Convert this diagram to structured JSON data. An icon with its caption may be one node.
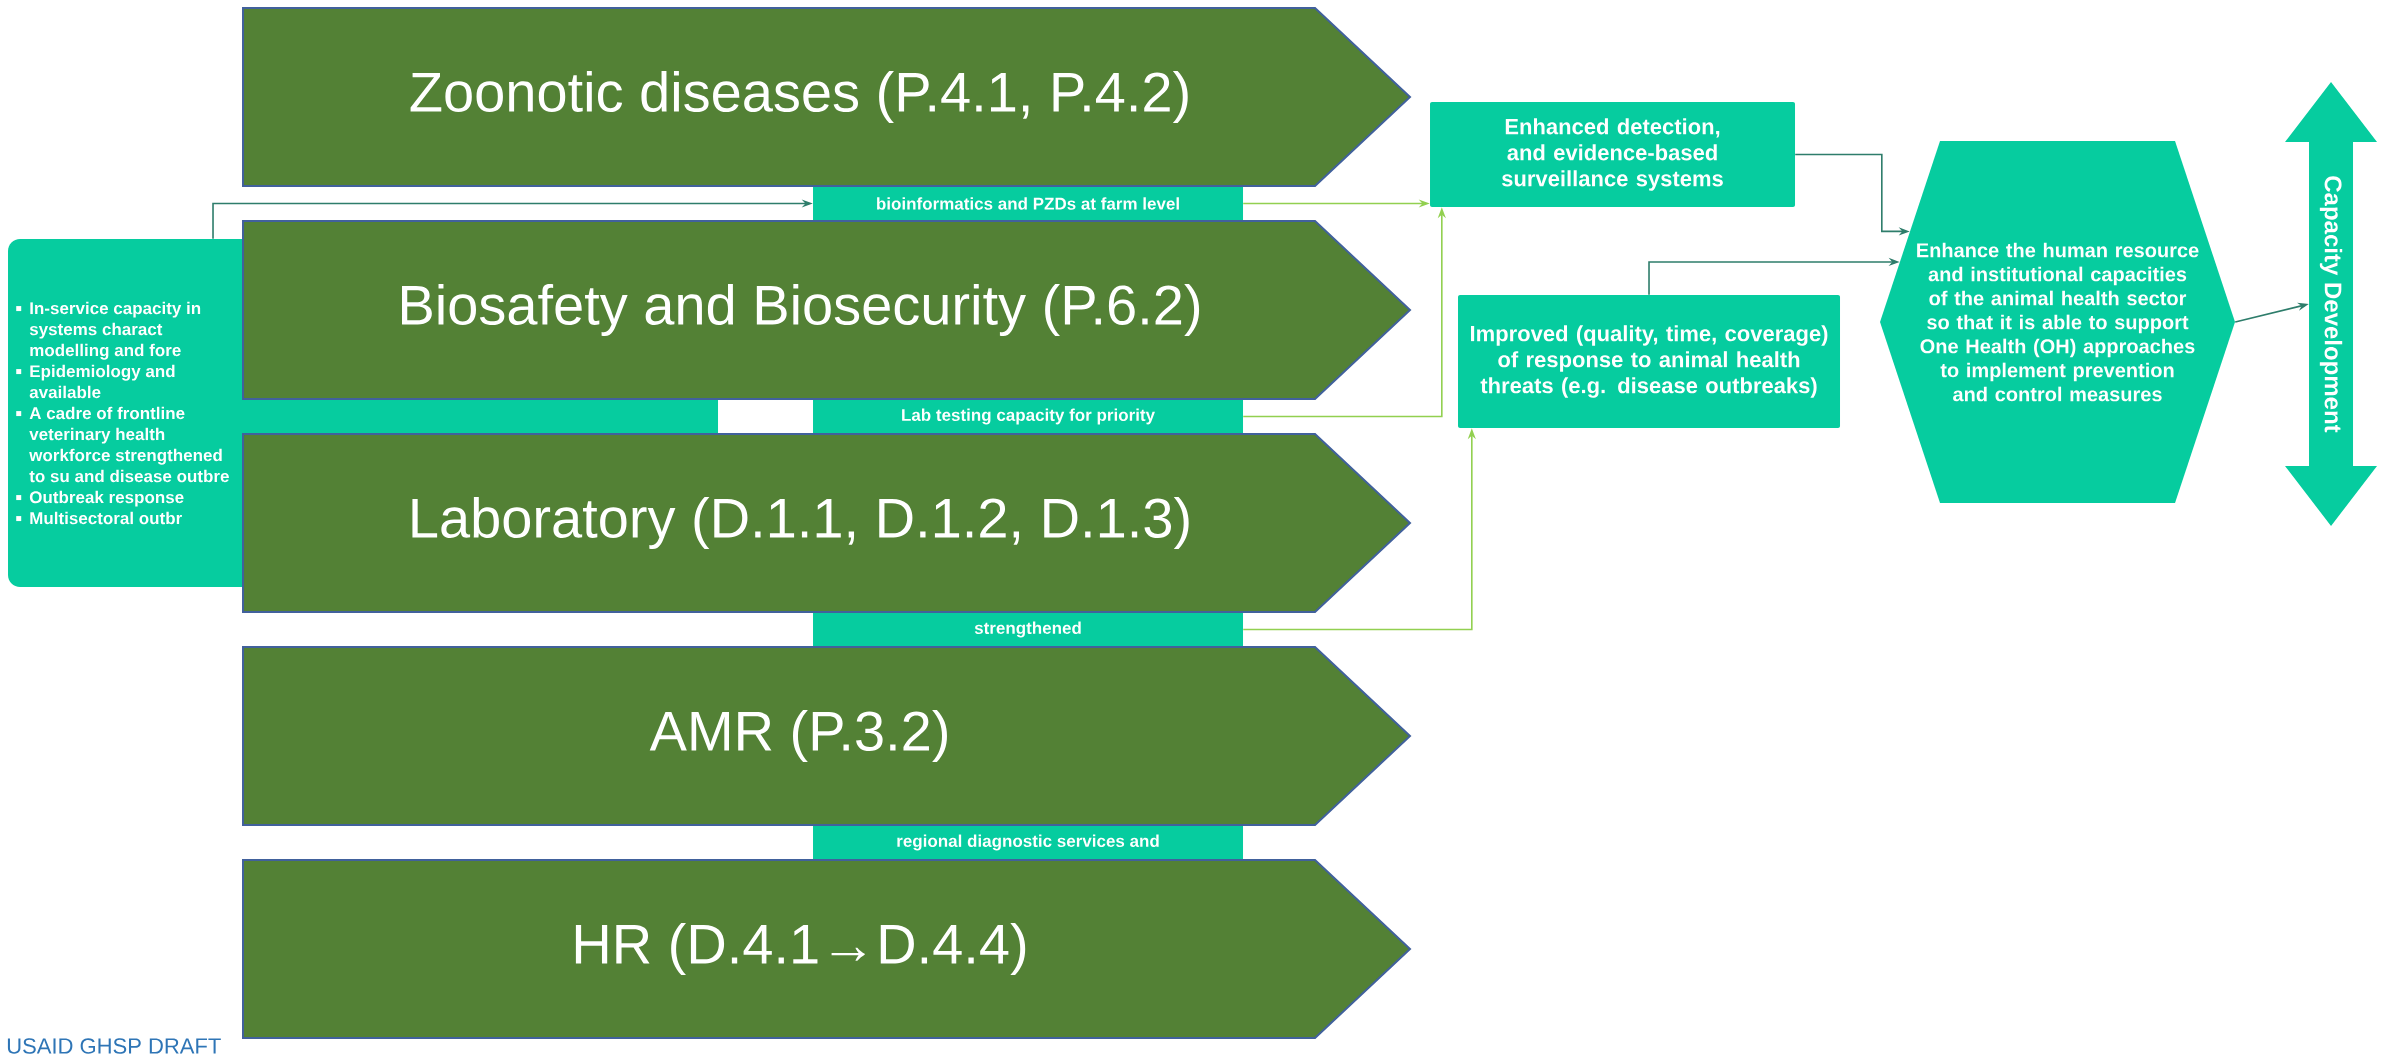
{
  "diagram": {
    "nodes": [
      {
        "text": [
          "Zoonotic diseases (P.4.1, P.4.2)"
        ]
      },
      {
        "text": [
          "Biosafety and Biosecurity (P.6.2)"
        ]
      },
      {
        "text": [
          "Laboratory (D.1.1, D.1.2, D.1.3)"
        ]
      },
      {
        "text": [
          "AMR (P.3.2)"
        ]
      },
      {
        "text": [
          "HR (D.4.1→D.4.4)"
        ]
      },
      {
        "text": [
          "In-service capacity in systems charact modelling and fore",
          "Epidemiology and available",
          "A cadre of frontline veterinary health workforce strengthened to su and disease outbre",
          "Outbreak response",
          "Multisectoral outbr"
        ]
      },
      {
        "text": [
          "bioinformatics and PZDs at farm level"
        ]
      },
      {
        "text": [
          "Lab testing capacity for priority"
        ]
      },
      {
        "text": [
          "strengthened"
        ]
      },
      {
        "text": [
          "regional diagnostic services and"
        ]
      },
      {
        "text": [
          "Enhanced detection, and evidence-based surveillance systems"
        ]
      },
      {
        "text": [
          "Improved (quality, time, coverage) of response to animal health threats (e.g. disease outbreaks)"
        ]
      },
      {
        "text": [
          "Enhance the human resource and institutional capacities of the animal health sector so that it is able to support One Health (OH) approaches to implement prevention and control measures"
        ]
      },
      {
        "text": [
          "Capacity Development"
        ]
      }
    ],
    "edges": [
      {
        "from": 5,
        "to": 6,
        "arrow": "to"
      },
      {
        "from": 6,
        "to": 10,
        "arrow": "to",
        "color": "#92d050"
      },
      {
        "from": 7,
        "to": 10,
        "arrow": "to",
        "color": "#92d050"
      },
      {
        "from": 8,
        "to": 11,
        "arrow": "to",
        "color": "#92d050"
      },
      {
        "from": 10,
        "to": 12,
        "arrow": "to"
      },
      {
        "from": 11,
        "to": 12,
        "arrow": "to"
      },
      {
        "from": 12,
        "to": 13,
        "arrow": "to"
      }
    ],
    "labels": [
      "USAID GHSP DRAFT"
    ]
  }
}
